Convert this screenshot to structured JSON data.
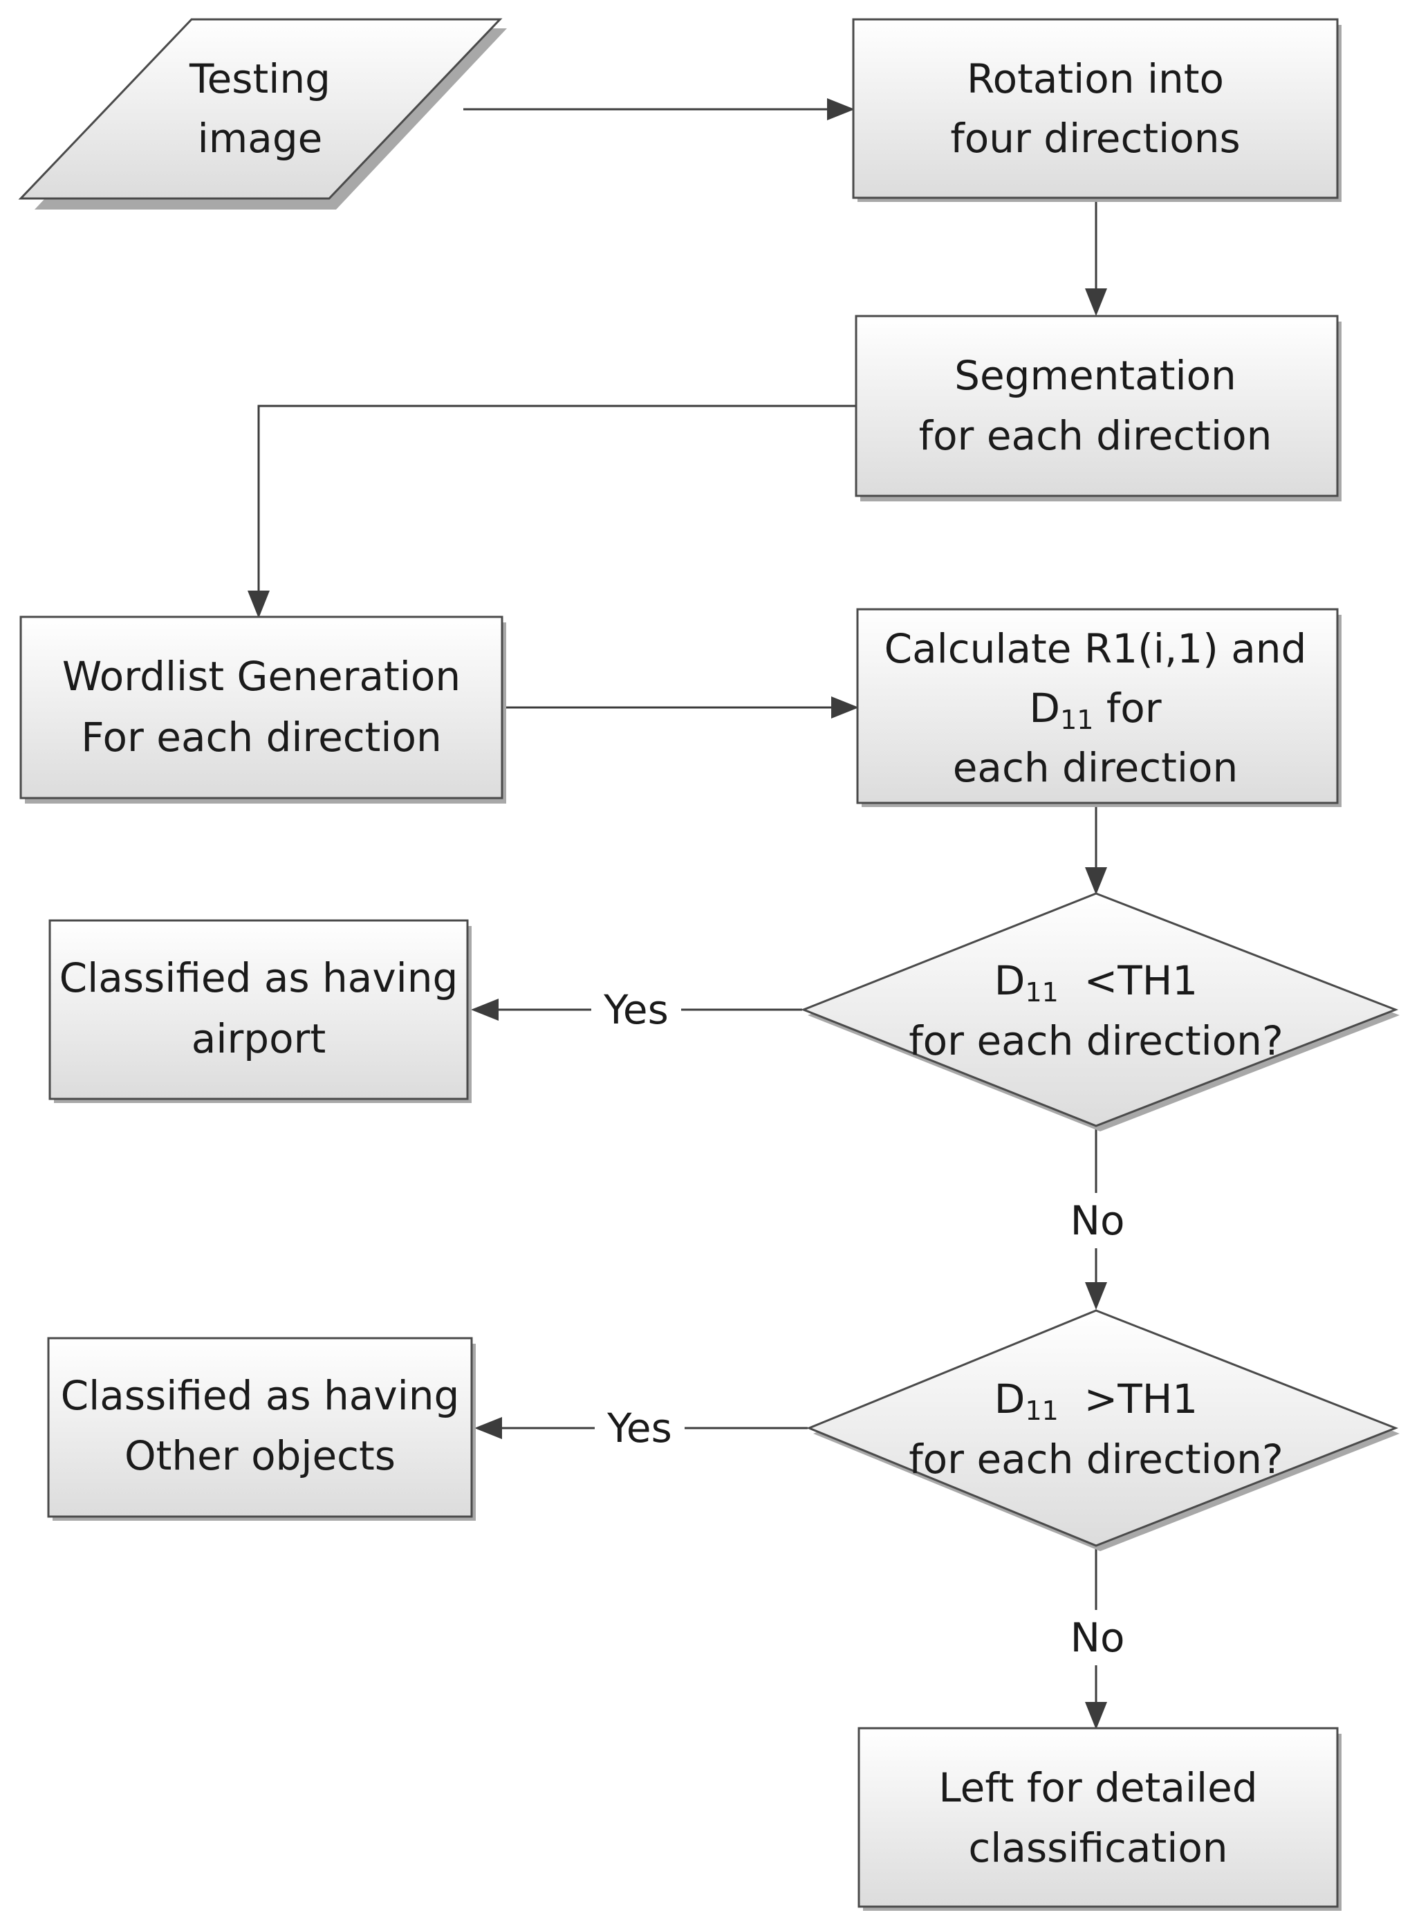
{
  "nodes": {
    "testing_image": {
      "lines": [
        "Testing",
        "image"
      ]
    },
    "rotation": {
      "lines": [
        "Rotation into",
        "four directions"
      ]
    },
    "segmentation": {
      "lines": [
        "Segmentation",
        "for each direction"
      ]
    },
    "wordlist": {
      "lines": [
        "Wordlist Generation",
        "For each direction"
      ]
    },
    "calculate": {
      "line1": "Calculate R1(i,1) and",
      "d_main": "D",
      "d_sub": "11",
      "line2_rest": " for",
      "line3": "each direction"
    },
    "decision1": {
      "d_main": "D",
      "d_sub": "11",
      "cond": "  <TH1",
      "line2": "for each direction?"
    },
    "airport": {
      "lines": [
        "Classified as having",
        "airport"
      ]
    },
    "decision2": {
      "d_main": "D",
      "d_sub": "11",
      "cond": "  >TH1",
      "line2": "for each direction?"
    },
    "other": {
      "lines": [
        "Classified as having",
        "Other objects"
      ]
    },
    "left": {
      "lines": [
        "Left for detailed",
        "classification"
      ]
    }
  },
  "edges": {
    "yes1": "Yes",
    "no1": "No",
    "yes2": "Yes",
    "no2": "No"
  }
}
